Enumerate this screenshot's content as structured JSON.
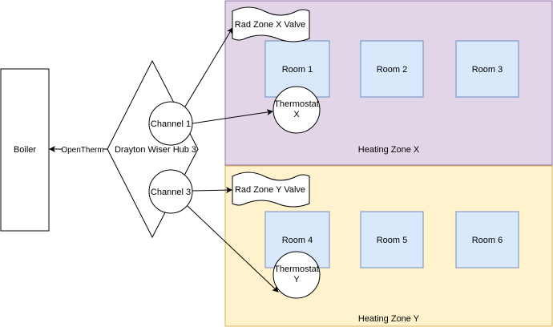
{
  "colors": {
    "zone_x_fill": "#e1d5e7",
    "zone_x_stroke": "#9673a6",
    "zone_y_fill": "#fff2cc",
    "zone_y_stroke": "#d6b656",
    "room_fill": "#dae8fc",
    "room_stroke": "#6c8ebf",
    "line": "#000000"
  },
  "boiler": {
    "label": "Boiler"
  },
  "link": {
    "label": "OpenTherm"
  },
  "hub": {
    "label": "Drayton Wiser Hub 3",
    "channels": [
      {
        "label": "Channel 1"
      },
      {
        "label": "Channel 3"
      }
    ]
  },
  "zones": [
    {
      "label": "Heating Zone X",
      "valve": "Rad Zone X Valve",
      "thermostat": [
        "Thermostat",
        "X"
      ],
      "rooms": [
        "Room 1",
        "Room 2",
        "Room 3"
      ]
    },
    {
      "label": "Heating Zone Y",
      "valve": "Rad Zone Y Valve",
      "thermostat": [
        "Thermostat",
        "Y"
      ],
      "rooms": [
        "Room 4",
        "Room 5",
        "Room 6"
      ]
    }
  ]
}
